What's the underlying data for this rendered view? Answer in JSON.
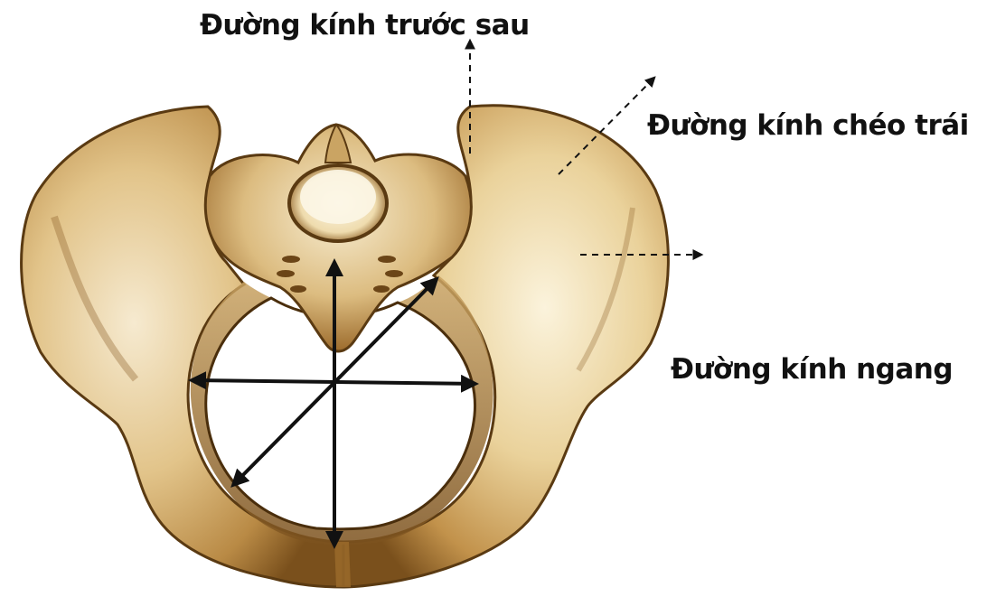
{
  "labels": {
    "anteroposterior": "Đường kính trước sau",
    "oblique_left": "Đường kính chéo trái",
    "transverse": "Đường kính ngang"
  },
  "colors": {
    "bone_light": "#f3e4b5",
    "bone_mid": "#d9b877",
    "bone_dark": "#8a5c24",
    "bone_edge": "#5a3a12",
    "arrow": "#111111"
  },
  "icons": {
    "pelvis": "pelvis-illustration",
    "arrows": "diameter-arrows"
  }
}
